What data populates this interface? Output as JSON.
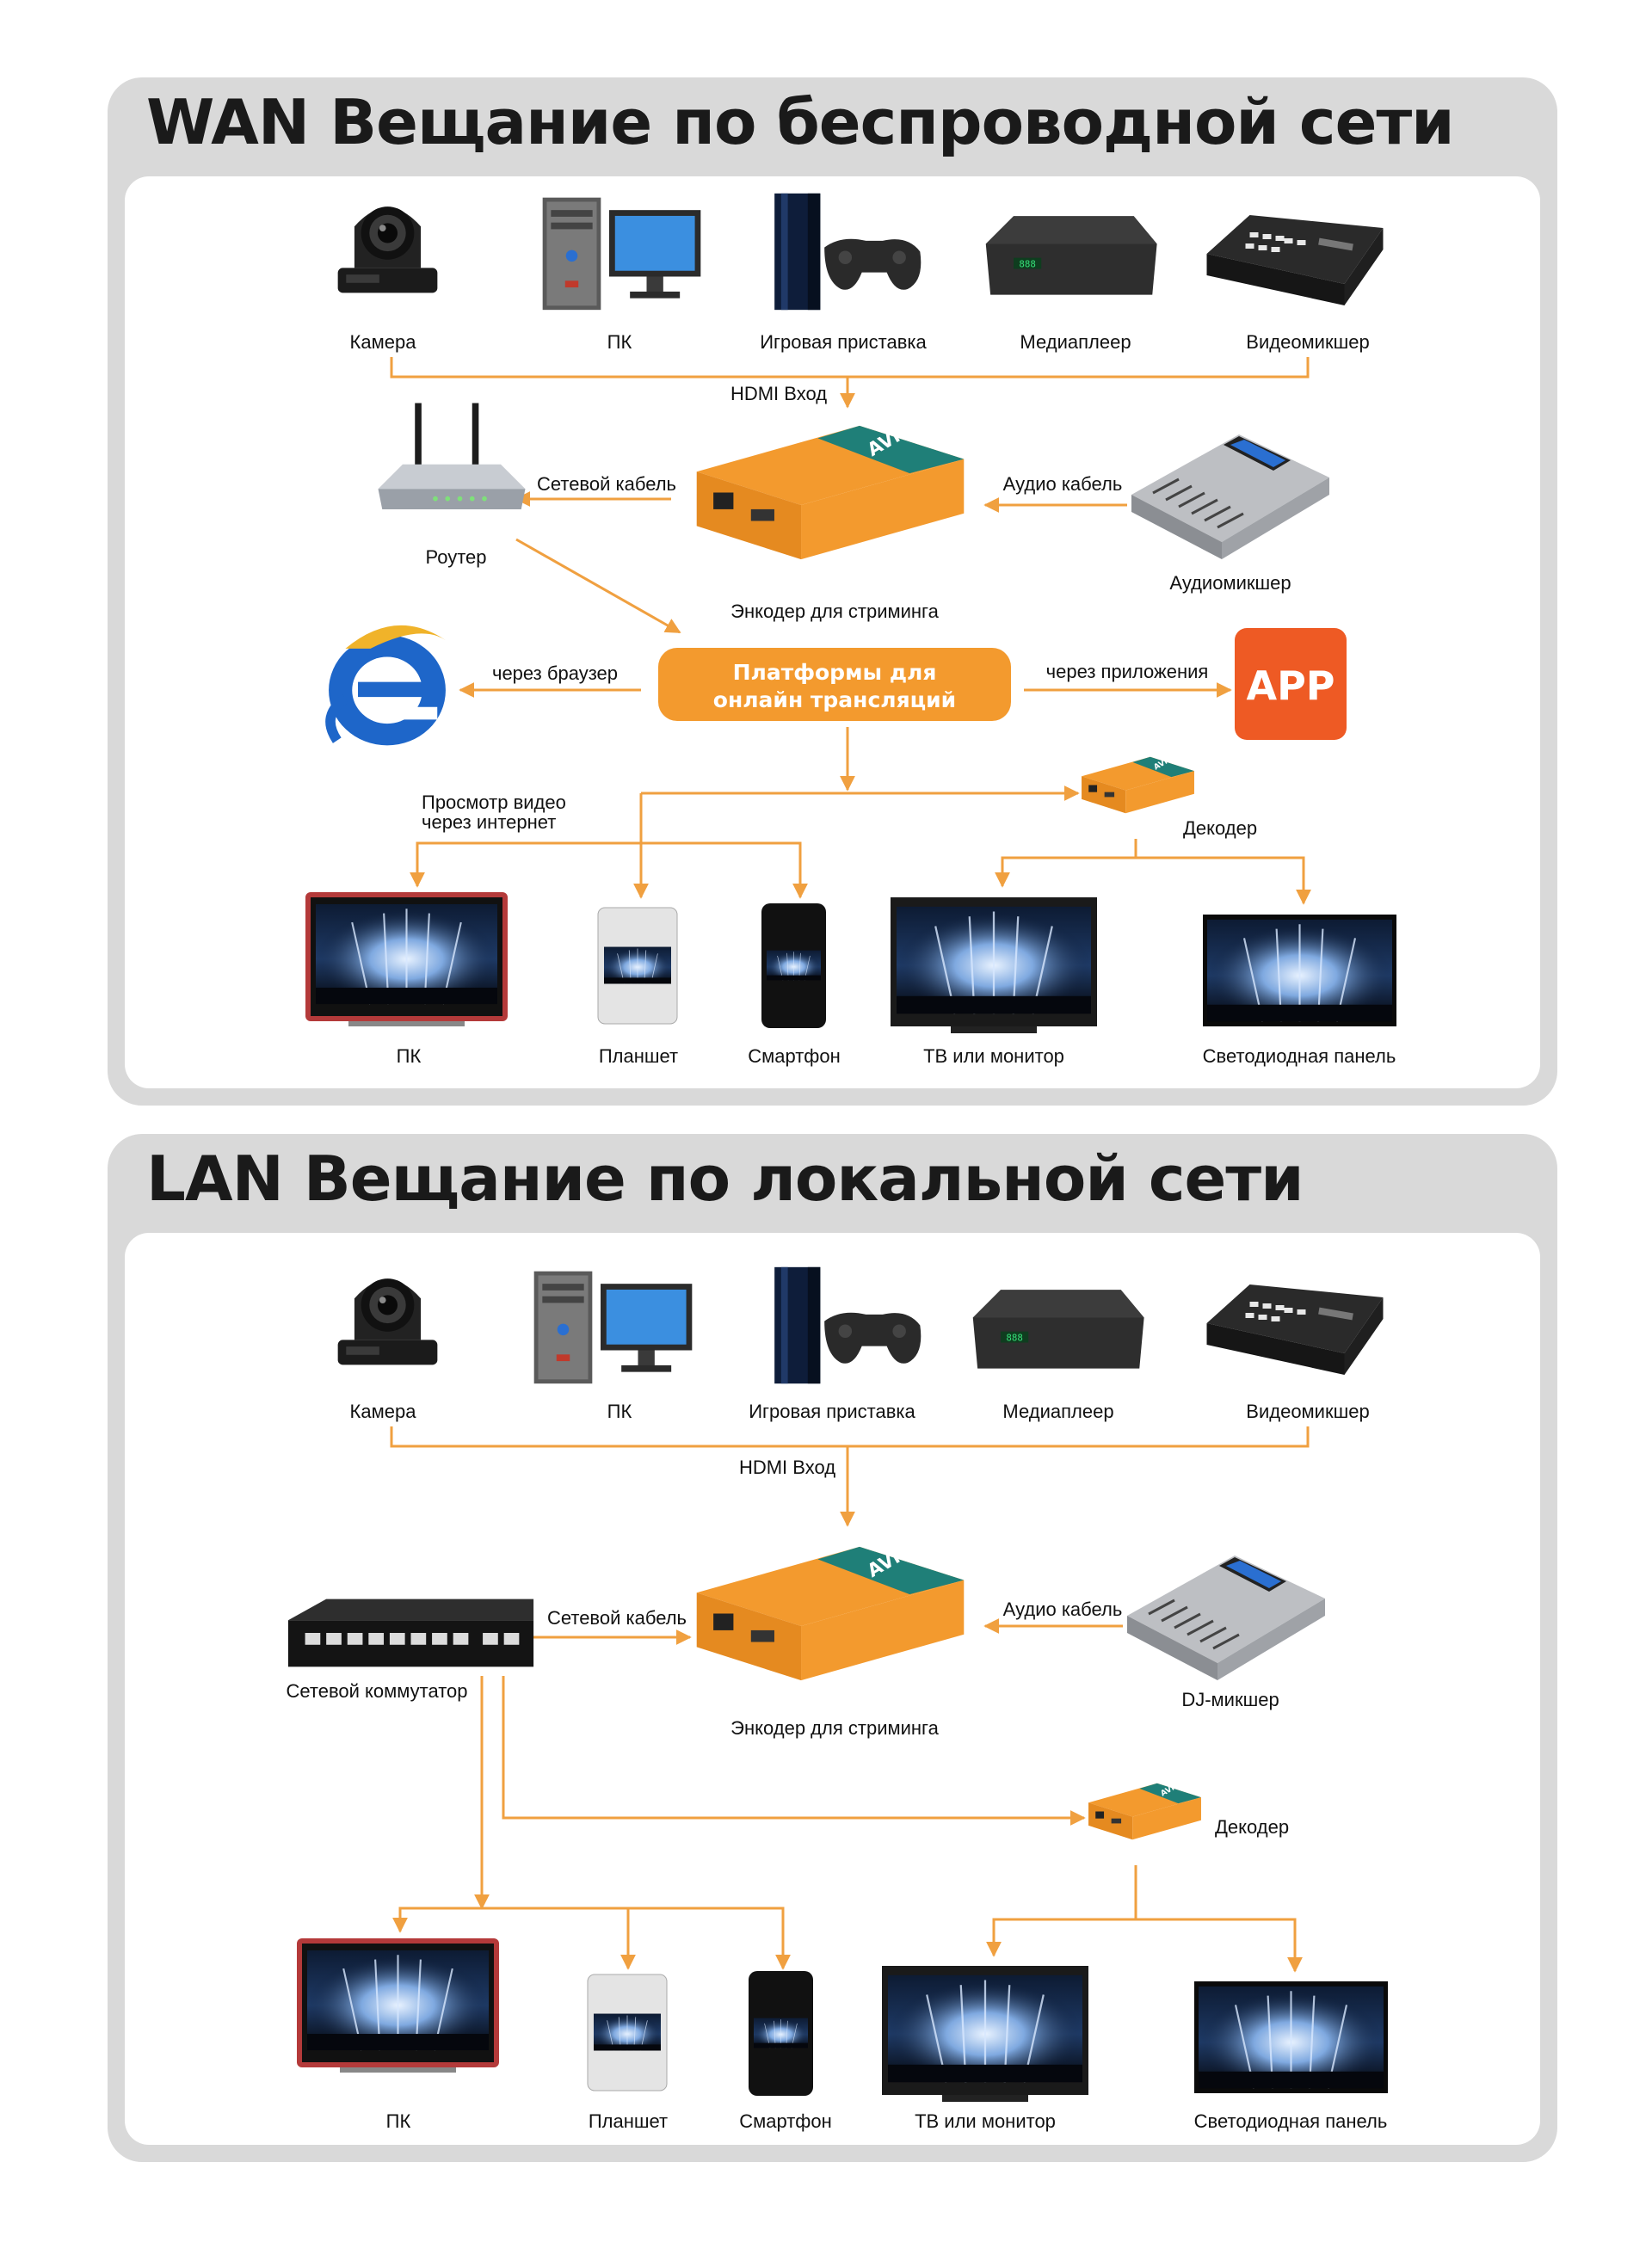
{
  "wan": {
    "title": "WAN Вещание по беспроводной сети",
    "sources": [
      "Камера",
      "ПК",
      "Игровая приставка",
      "Медиаплеер",
      "Видеомикшер"
    ],
    "hdmi_label": "HDMI Вход",
    "network_cable_label": "Сетевой кабель",
    "audio_cable_label": "Аудио кабель",
    "router_label": "Роутер",
    "audio_mixer_label": "Аудиомикшер",
    "encoder_label": "Энкодер для стриминга",
    "browser_label": "через браузер",
    "platform_line1": "Платформы для",
    "platform_line2": "онлайн трансляций",
    "apps_label": "через приложения",
    "app_badge": "APP",
    "internet_line1": "Просмотр видео",
    "internet_line2": "через интернет",
    "decoder_label": "Декодер",
    "outputs": [
      "ПК",
      "Планшет",
      "Смартфон",
      "ТВ или монитор",
      "Светодиодная панель"
    ]
  },
  "lan": {
    "title": "LAN Вещание по локальной сети",
    "sources": [
      "Камера",
      "ПК",
      "Игровая приставка",
      "Медиаплеер",
      "Видеомикшер"
    ],
    "hdmi_label": "HDMI Вход",
    "network_cable_label": "Сетевой кабель",
    "switch_label": "Сетевой коммутатор",
    "audio_cable_label": "Аудио кабель",
    "dj_mixer_label": "DJ-микшер",
    "encoder_label": "Энкодер для стриминга",
    "decoder_label": "Декодер",
    "outputs": [
      "ПК",
      "Планшет",
      "Смартфон",
      "ТВ или монитор",
      "Светодиодная панель"
    ]
  },
  "colors": {
    "accent": "#f0a040",
    "orange": "#f39a2e",
    "teal": "#1f7f78",
    "app_red": "#ee5a24"
  },
  "icons": [
    "ptz-camera-icon",
    "desktop-pc-icon",
    "game-console-icon",
    "media-player-icon",
    "video-mixer-icon",
    "router-icon",
    "encoder-icon",
    "audio-mixer-icon",
    "browser-e-icon",
    "app-icon",
    "decoder-icon",
    "monitor-icon",
    "tablet-icon",
    "smartphone-icon",
    "tv-icon",
    "led-panel-icon",
    "network-switch-icon"
  ]
}
